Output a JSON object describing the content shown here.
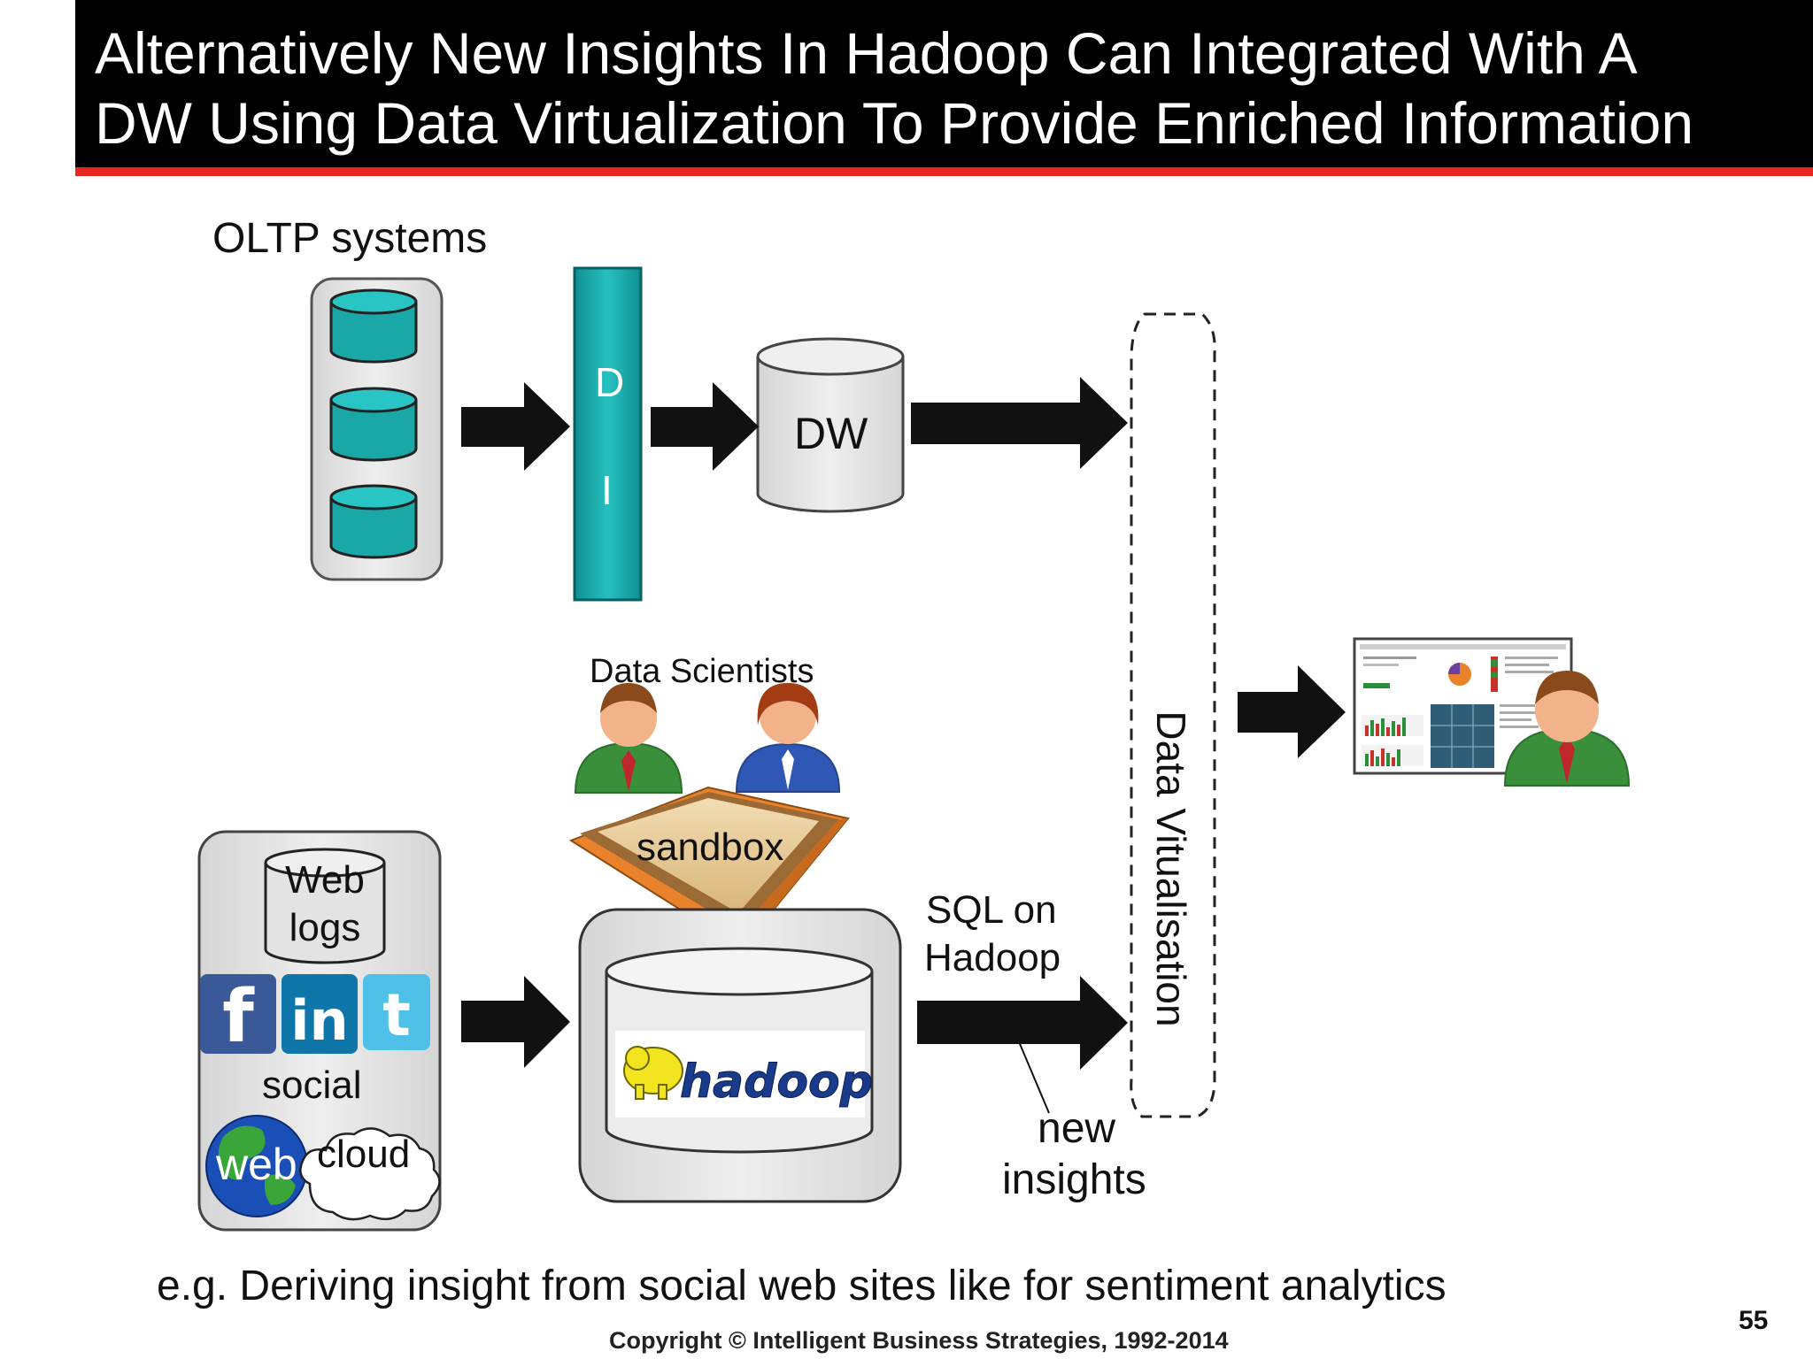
{
  "title": {
    "line1": "Alternatively New Insights In Hadoop Can Integrated With A",
    "line2": "DW Using Data Virtualization To Provide Enriched Information"
  },
  "diagram": {
    "oltp_label": "OLTP systems",
    "di_letters": [
      "D",
      "I"
    ],
    "dw_label": "DW",
    "data_virtualisation_label": "Data Vitualisation",
    "data_scientists_label": "Data Scientists",
    "sandbox_label": "sandbox",
    "web_logs_label": [
      "Web",
      "logs"
    ],
    "social_label": "social",
    "web_label": "web",
    "cloud_label": "cloud",
    "social_icons": [
      {
        "name": "facebook",
        "glyph": "f",
        "color": "#3b5998"
      },
      {
        "name": "linkedin",
        "glyph": "in",
        "color": "#0e76a8"
      },
      {
        "name": "twitter",
        "glyph": "t",
        "color": "#4fc1e9"
      }
    ],
    "hadoop_label": "hadoop",
    "sql_on_hadoop_label": [
      "SQL on",
      "Hadoop"
    ],
    "new_insights_label": [
      "new",
      "insights"
    ]
  },
  "caption": "e.g. Deriving insight from social web sites like for sentiment analytics",
  "footer": "Copyright © Intelligent Business Strategies, 1992-2014",
  "page_number": "55",
  "colors": {
    "title_bg": "#000000",
    "title_accent": "#e8251f",
    "teal": "#1aa7a7",
    "gray_fill": "#e0e0e0",
    "arrow": "#111111"
  }
}
